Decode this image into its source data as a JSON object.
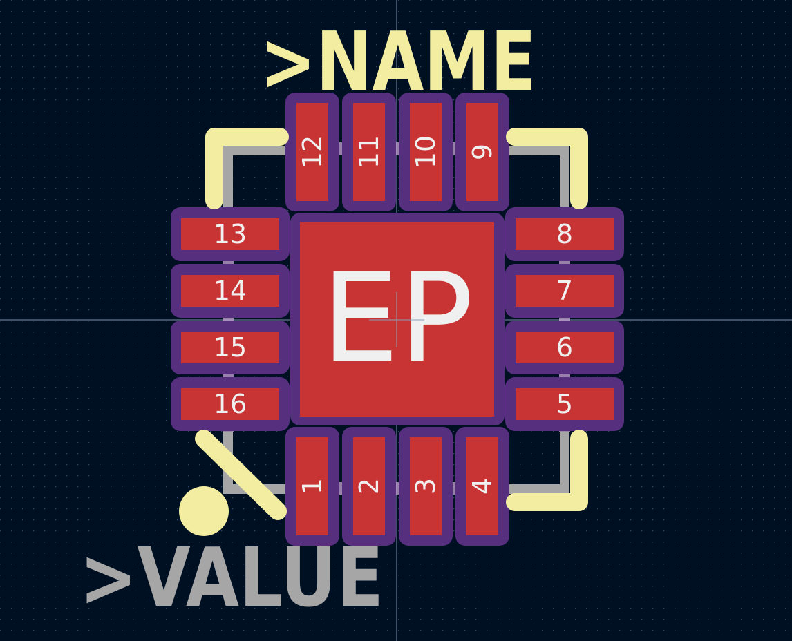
{
  "footprint": {
    "name_label": ">NAME",
    "value_label": ">VALUE",
    "exposed_pad_label": "EP",
    "pins": {
      "left": [
        "13",
        "14",
        "15",
        "16"
      ],
      "right": [
        "8",
        "7",
        "6",
        "5"
      ],
      "top": [
        "12",
        "11",
        "10",
        "9"
      ],
      "bottom": [
        "1",
        "2",
        "3",
        "4"
      ]
    }
  },
  "colors": {
    "background": "#001023",
    "grid_dot": "#3a4a66",
    "crosshair": "#7f8fa8",
    "pad": "#c83434",
    "pad_mask": "#56307f",
    "pad_text": "#f0f0f0",
    "silkscreen": "#f2eda1",
    "fab_outline": "#a6a6a6",
    "courtyard_stripe": "#c9a6d8"
  }
}
